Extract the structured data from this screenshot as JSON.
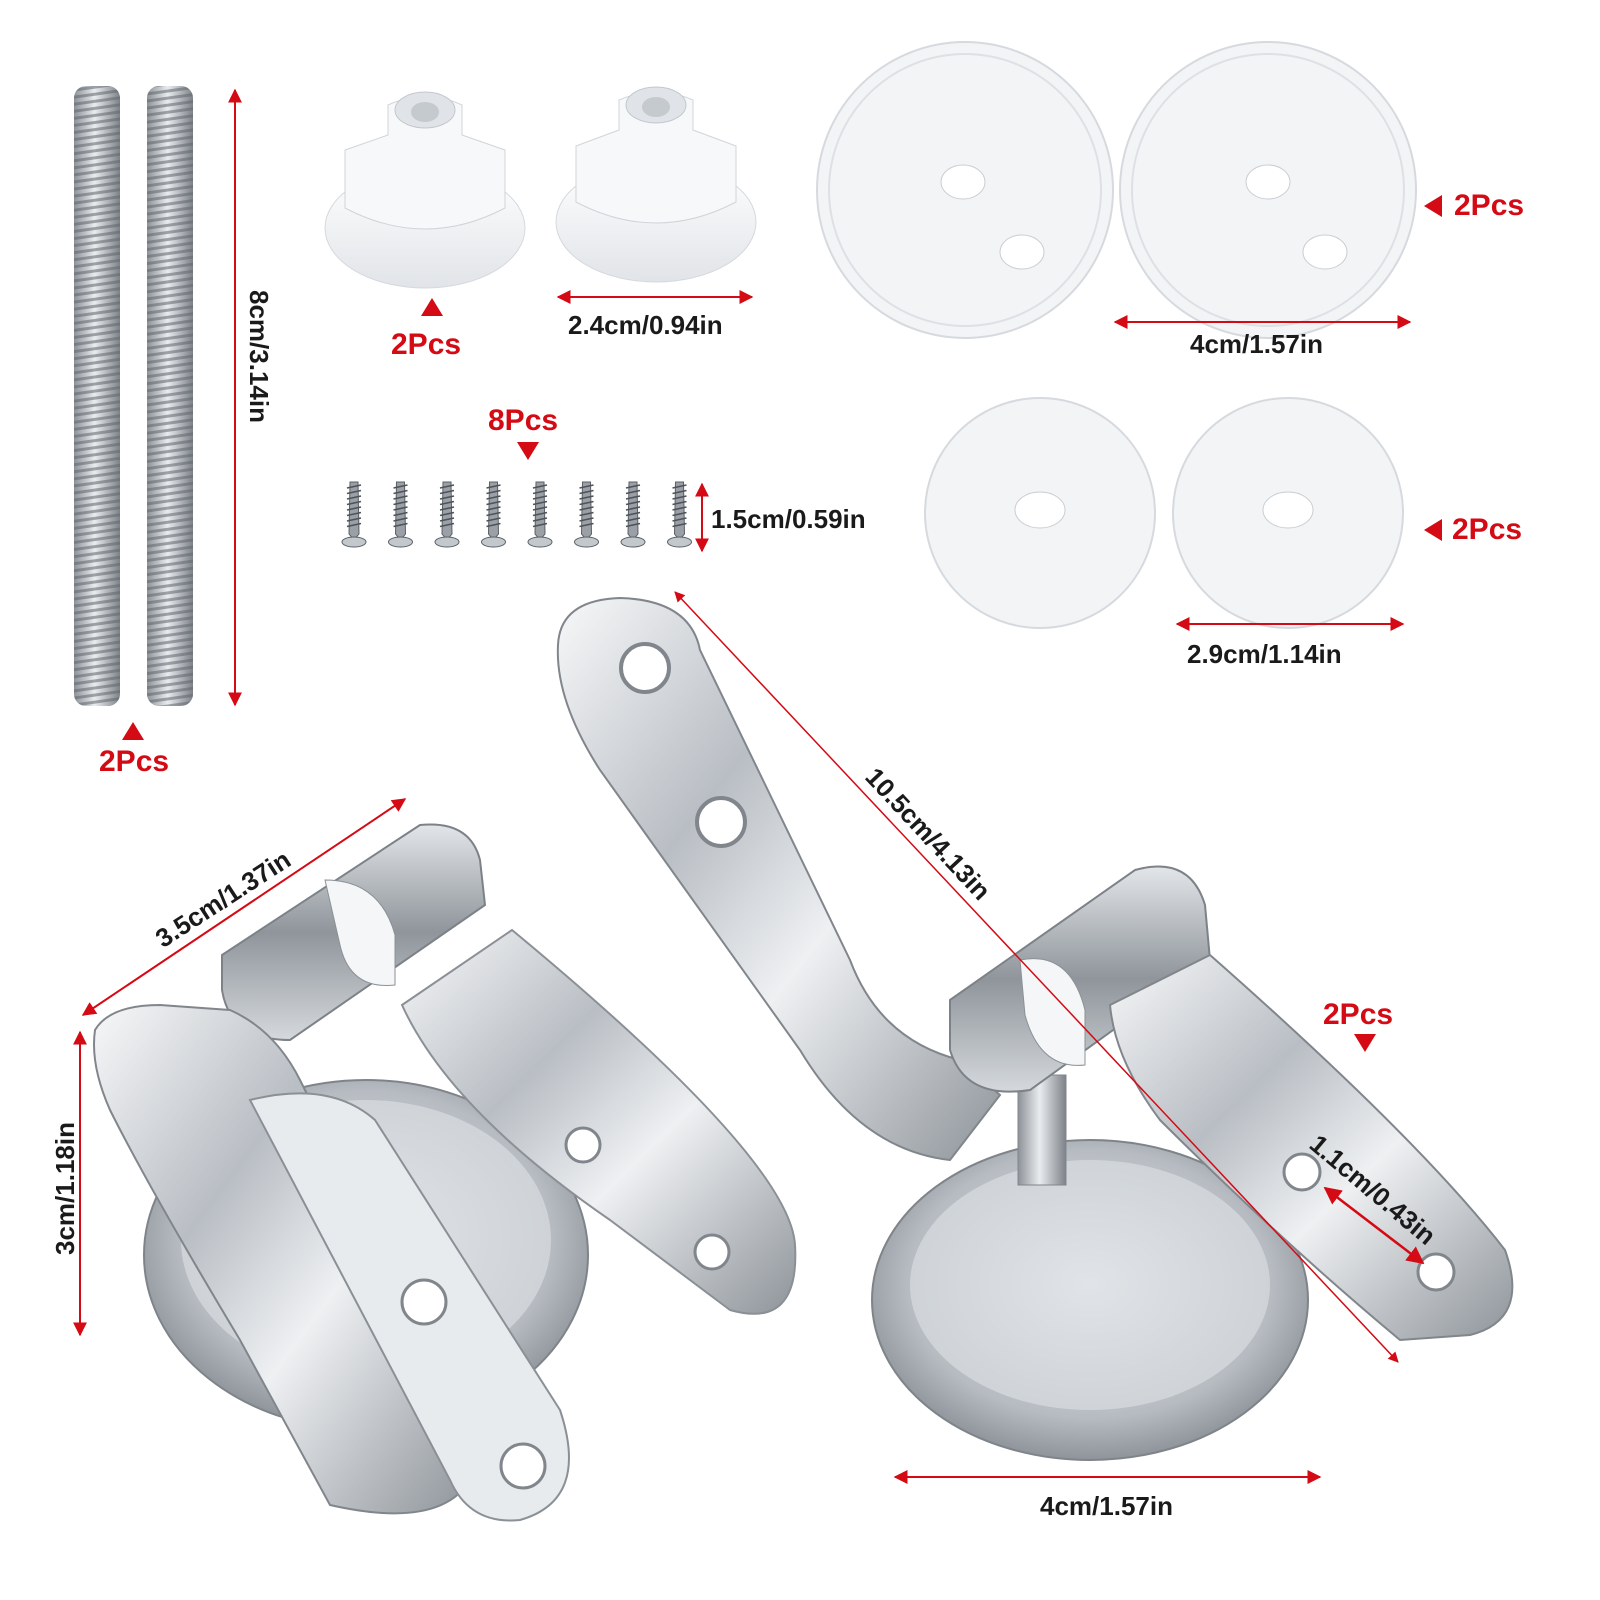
{
  "colors": {
    "quantity_text": "#d40a14",
    "dimension_arrow": "#d40a14",
    "dimension_text": "#1a1a1a",
    "chrome": "#c7ccd2",
    "plastic": "#f1f3f5",
    "background": "#ffffff"
  },
  "parts": {
    "threaded_rods": {
      "length": "8cm/3.14in",
      "quantity": "2Pcs"
    },
    "plastic_inserts": {
      "diameter": "2.4cm/0.94in",
      "quantity": "2Pcs"
    },
    "large_washers": {
      "diameter": "4cm/1.57in",
      "quantity": "2Pcs"
    },
    "small_washers": {
      "diameter": "2.9cm/1.14in",
      "quantity": "2Pcs"
    },
    "screws": {
      "length": "1.5cm/0.59in",
      "quantity": "8Pcs",
      "count": 8
    },
    "hinges": {
      "quantity": "2Pcs",
      "width": "3.5cm/1.37in",
      "height": "3cm/1.18in",
      "arm_length": "10.5cm/4.13in",
      "hole_spacing": "1.1cm/0.43in",
      "base_diameter": "4cm/1.57in"
    }
  }
}
